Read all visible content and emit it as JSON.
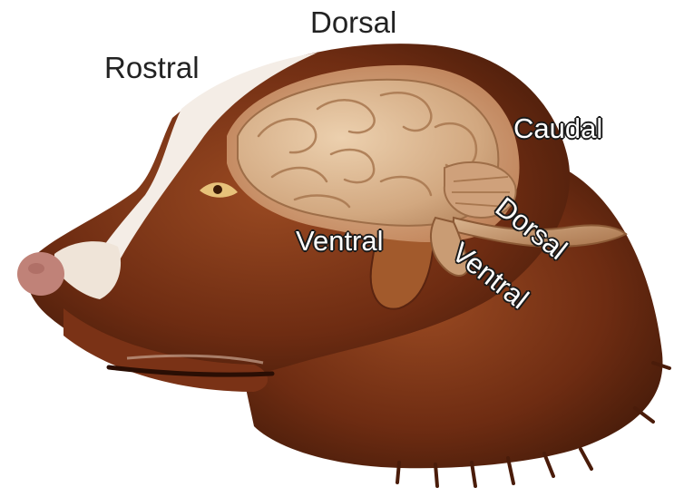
{
  "labels": {
    "dorsal_top": "Dorsal",
    "rostral": "Rostral",
    "caudal": "Caudal",
    "ventral_brain": "Ventral",
    "dorsal_spine": "Dorsal",
    "ventral_spine": "Ventral"
  },
  "colors": {
    "fur_dark": "#5a2410",
    "fur_mid": "#8a3e1c",
    "fur_light": "#b5683a",
    "brain": "#d9b48e",
    "brain_shadow": "#b98a62",
    "nose": "#c08278",
    "blaze": "#f4ede6"
  }
}
